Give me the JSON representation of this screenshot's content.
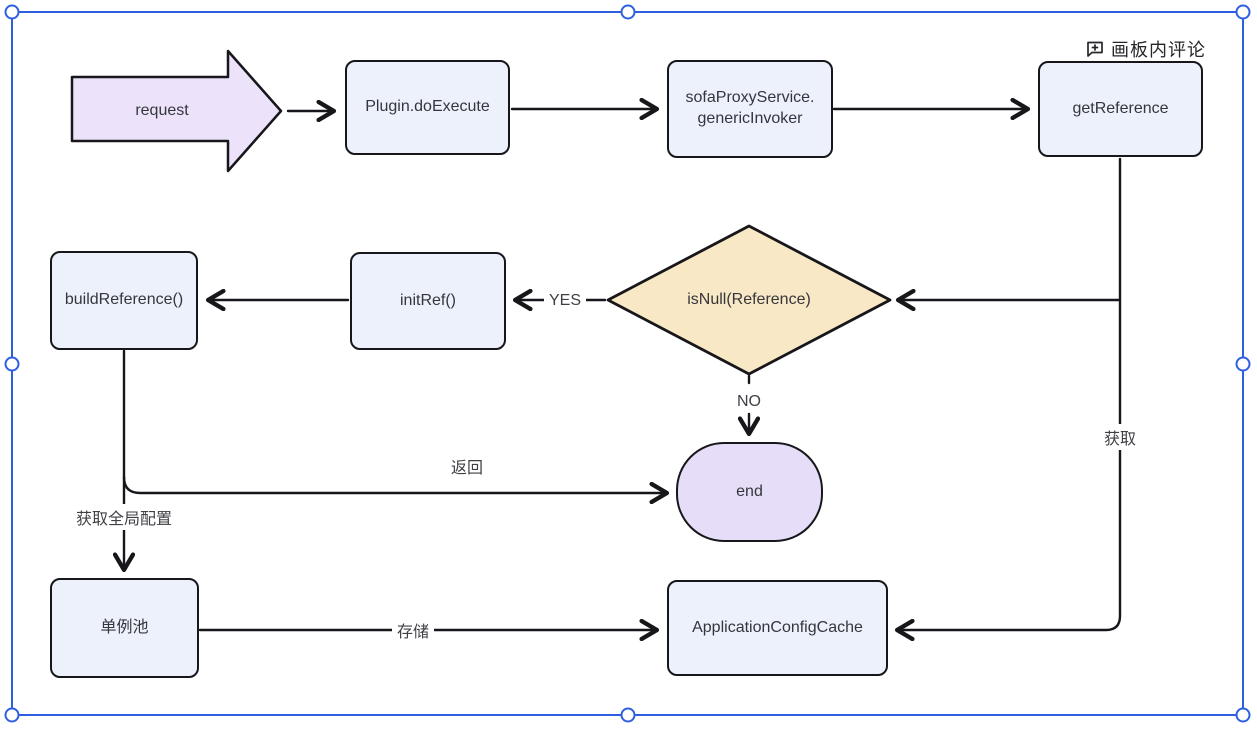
{
  "comment": {
    "label": "画板内评论"
  },
  "nodes": {
    "request": {
      "label": "request"
    },
    "plugin_do_execute": {
      "label": "Plugin.doExecute"
    },
    "sofa_proxy_service": {
      "line1": "sofaProxyService.",
      "line2": "genericInvoker"
    },
    "get_reference": {
      "label": "getReference"
    },
    "is_null_reference": {
      "label": "isNull(Reference)"
    },
    "init_ref": {
      "label": "initRef()"
    },
    "build_reference": {
      "label": "buildReference()"
    },
    "end": {
      "label": "end"
    },
    "singleton_pool": {
      "label": "单例池"
    },
    "application_config_cache": {
      "label": "ApplicationConfigCache"
    }
  },
  "edge_labels": {
    "yes": "YES",
    "no": "NO",
    "return": "返回",
    "fetch": "获取",
    "fetch_global_config": "获取全局配置",
    "store": "存储"
  },
  "colors": {
    "selection_blue": "#2e5fe0",
    "node_fill": "#edf1fb",
    "diamond_fill": "#f9e8c6",
    "request_fill": "#ece3fa",
    "end_fill": "#e6def8",
    "stroke": "#17171b"
  }
}
